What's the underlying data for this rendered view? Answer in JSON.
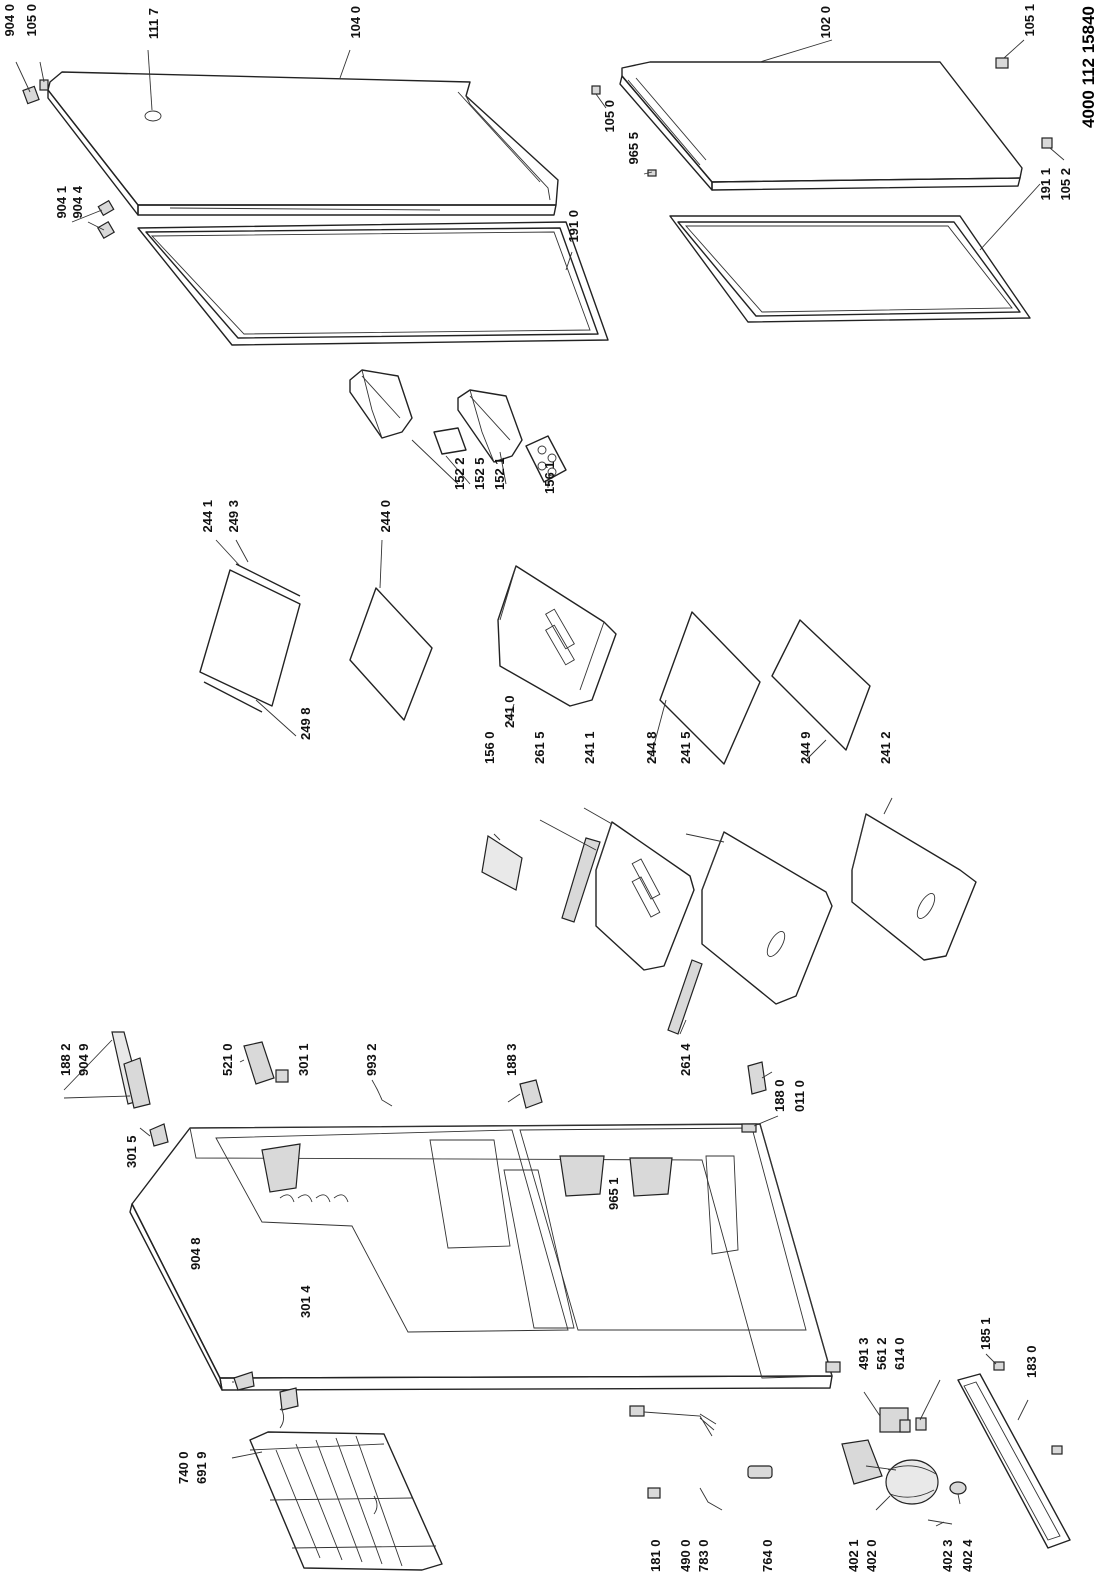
{
  "drawing_number": "4000 112 15840",
  "labels": {
    "l9040a": "904 0",
    "l1050a": "105 0",
    "l1117": "111 7",
    "l1040": "104 0",
    "l1020": "102 0",
    "l1051": "105 1",
    "l9041": "904 1",
    "l9044": "904 4",
    "l1910": "191 0",
    "l1050b": "105 0",
    "l9655": "965 5",
    "l1911": "191 1",
    "l1052": "105 2",
    "l2441": "244 1",
    "l2493": "249 3",
    "l2440": "244 0",
    "l1522": "152 2",
    "l1525": "152 5",
    "l1521": "152 1",
    "l1561": "156 1",
    "l2498": "249 8",
    "l1560": "156 0",
    "l2410": "241 0",
    "l2615": "261 5",
    "l2411": "241 1",
    "l2448": "244 8",
    "l2415": "241 5",
    "l2449": "244 9",
    "l2412": "241 2",
    "l1882": "188 2",
    "l9049": "904 9",
    "l5210": "521 0",
    "l3011": "301 1",
    "l9932": "993 2",
    "l1883": "188 3",
    "l2614": "261 4",
    "l1880": "188 0",
    "l0110": "011 0",
    "l3015": "301 5",
    "l9651": "965 1",
    "l9048": "904 8",
    "l3014": "301 4",
    "l4913": "491 3",
    "l5612": "561 2",
    "l6140": "614 0",
    "l1851": "185 1",
    "l1830": "183 0",
    "l7400": "740 0",
    "l6919": "691 9",
    "l1810": "181 0",
    "l4900": "490 0",
    "l7830": "783 0",
    "l7640": "764 0",
    "l4021": "402 1",
    "l4020": "402 0",
    "l4023": "402 3",
    "l4024": "402 4"
  }
}
